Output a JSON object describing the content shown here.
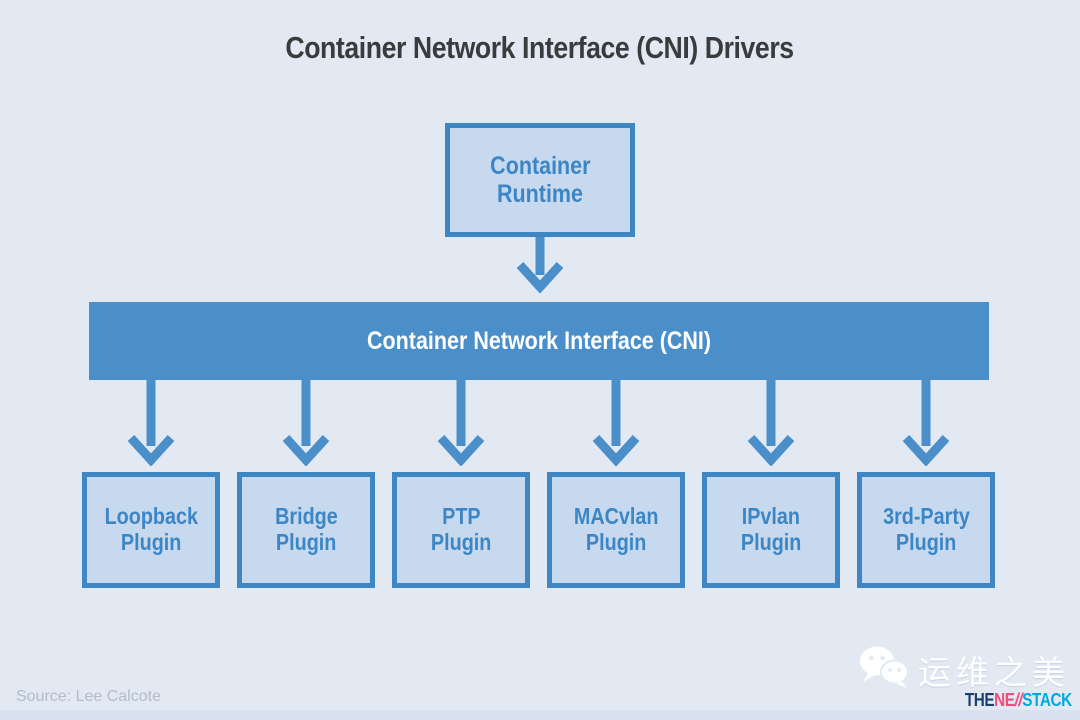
{
  "title": "Container Network Interface (CNI) Drivers",
  "diagram": {
    "runtime_box": {
      "line1": "Container",
      "line2": "Runtime"
    },
    "cni_bar": {
      "label": "Container Network Interface (CNI)"
    },
    "plugins": [
      {
        "line1": "Loopback",
        "line2": "Plugin"
      },
      {
        "line1": "Bridge",
        "line2": "Plugin"
      },
      {
        "line1": "PTP",
        "line2": "Plugin"
      },
      {
        "line1": "MACvlan",
        "line2": "Plugin"
      },
      {
        "line1": "IPvlan",
        "line2": "Plugin"
      },
      {
        "line1": "3rd-Party",
        "line2": "Plugin"
      }
    ]
  },
  "footer": {
    "source": "Source: Lee Calcote",
    "wechat_label": "运维之美",
    "newstack_logo": {
      "part1": "THE",
      "part2": "NE",
      "part3": "//",
      "part4": "STACK"
    }
  },
  "colors": {
    "background": "#e3e9f3",
    "bar_blue": "#4a8fca",
    "border_blue": "#3e86c4",
    "box_fill": "#c7d9ef",
    "box_text_blue": "#3d86c6",
    "bar_text": "#ffffff",
    "title_text": "#3a3b3d",
    "source_text": "#b2bcc9",
    "footer_strip": "#d8e2ee",
    "newstack_navy": "#1b3f6e",
    "newstack_pink": "#ed4e7c",
    "newstack_cyan": "#00a9e2"
  }
}
